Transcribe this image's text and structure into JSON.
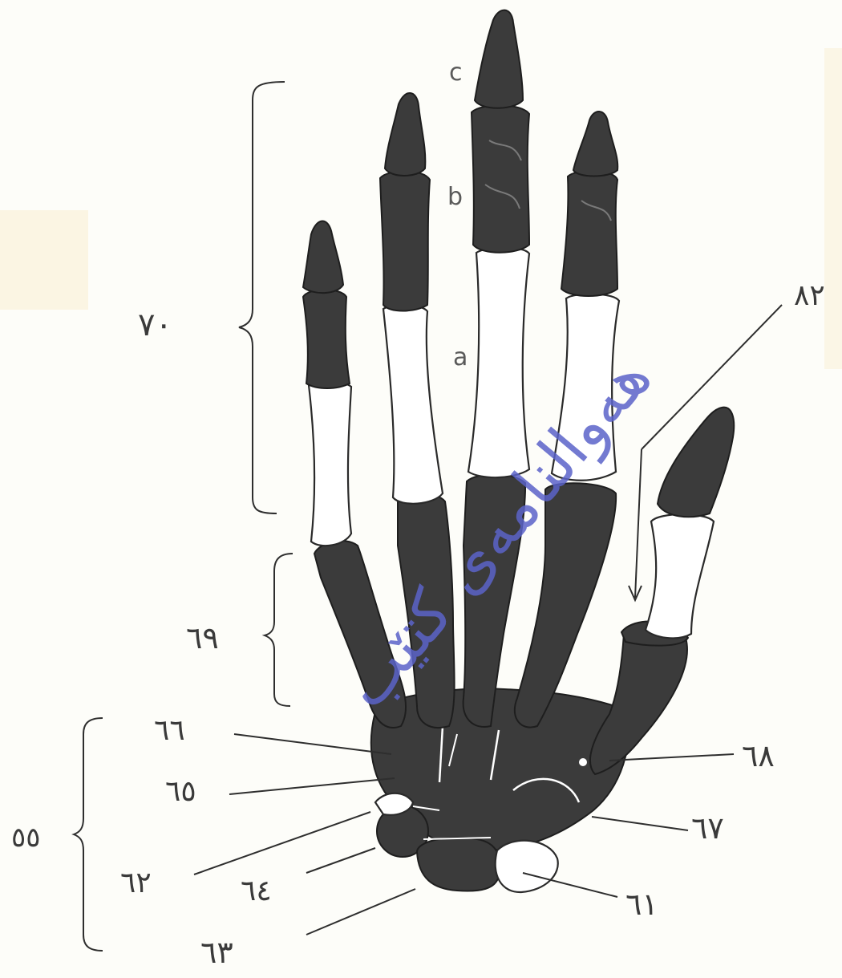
{
  "figure": {
    "phalanx_letters": {
      "c": "c",
      "b": "b",
      "a": "a"
    },
    "labels": {
      "phalanges_group": "٧٠",
      "metacarpal_group": "٦٩",
      "carpal_group": "٥٥",
      "l82": "٨٢",
      "l66": "٦٦",
      "l65": "٦٥",
      "l68": "٦٨",
      "l67": "٦٧",
      "l62": "٦٢",
      "l64": "٦٤",
      "l61": "٦١",
      "l63": "٦٣"
    },
    "watermark": "هەوالنامەی کتێب"
  }
}
